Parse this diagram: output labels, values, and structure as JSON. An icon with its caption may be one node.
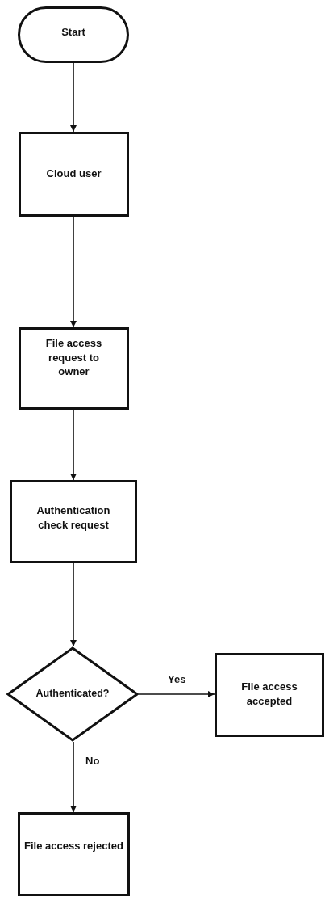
{
  "diagram": {
    "nodes": [
      {
        "text": [
          "Start"
        ]
      },
      {
        "text": [
          "Cloud user"
        ]
      },
      {
        "text": [
          "File access request to owner"
        ]
      },
      {
        "text": [
          "Authentication check request"
        ]
      },
      {
        "text": [
          "Authenticated?"
        ]
      },
      {
        "text": [
          "File access accepted"
        ]
      },
      {
        "text": [
          "File access rejected"
        ]
      }
    ],
    "edges": [
      {
        "from": 0,
        "to": 1,
        "arrow": "to"
      },
      {
        "from": 1,
        "to": 2,
        "arrow": "to"
      },
      {
        "from": 2,
        "to": 3,
        "arrow": "to"
      },
      {
        "from": 3,
        "to": 4,
        "arrow": "to"
      },
      {
        "from": 4,
        "to": 5,
        "arrow": "to",
        "label": "Yes"
      },
      {
        "from": 4,
        "to": 6,
        "arrow": "to",
        "label": "No"
      }
    ]
  }
}
